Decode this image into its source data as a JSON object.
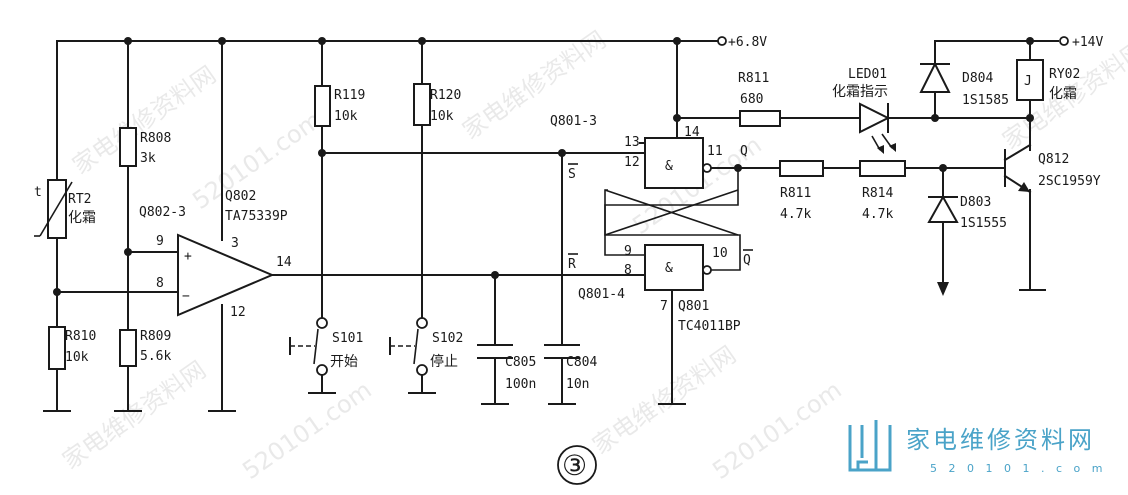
{
  "supply": {
    "v68": "+6.8V",
    "v14": "+14V"
  },
  "components": {
    "rt2": {
      "ref": "RT2",
      "desc": "化霜",
      "t": "t"
    },
    "r808": {
      "ref": "R808",
      "value": "3k"
    },
    "r810": {
      "ref": "R810",
      "value": "10k"
    },
    "r809": {
      "ref": "R809",
      "value": "5.6k"
    },
    "q802": {
      "ref": "Q802",
      "part": "TA75339P",
      "unit": "Q802-3",
      "pin_in_plus": "9",
      "pin_in_minus": "8",
      "pin_vcc": "3",
      "pin_gnd": "12",
      "pin_out": "14",
      "plus": "+",
      "minus": "−"
    },
    "r119": {
      "ref": "R119",
      "value": "10k"
    },
    "r120": {
      "ref": "R120",
      "value": "10k"
    },
    "s101": {
      "ref": "S101",
      "desc": "开始"
    },
    "s102": {
      "ref": "S102",
      "desc": "停止"
    },
    "c805": {
      "ref": "C805",
      "value": "100n"
    },
    "c804": {
      "ref": "C804",
      "value": "10n"
    },
    "q801": {
      "ref": "Q801",
      "part": "TC4011BP",
      "unit_a": "Q801-3",
      "unit_b": "Q801-4",
      "amp": "&",
      "pin13": "13",
      "pin12": "12",
      "pin11": "11",
      "pin14": "14",
      "pin9": "9",
      "pin8": "8",
      "pin10": "10",
      "pin7": "7",
      "s_bar": "S",
      "r_bar": "R",
      "q": "Q",
      "q_bar": "Q"
    },
    "r811_top": {
      "ref": "R811",
      "value": "680"
    },
    "led01": {
      "ref": "LED01",
      "desc": "化霜指示"
    },
    "d804": {
      "ref": "D804",
      "part": "1S1585"
    },
    "ry02": {
      "ref": "RY02",
      "desc": "化霜",
      "coil": "J"
    },
    "r811_mid": {
      "ref": "R811",
      "value": "4.7k"
    },
    "r814": {
      "ref": "R814",
      "value": "4.7k"
    },
    "d803": {
      "ref": "D803",
      "part": "1S1555"
    },
    "q812": {
      "ref": "Q812",
      "part": "2SC1959Y"
    }
  },
  "figure_number": "③",
  "watermark": {
    "text_cn": "家电维修资料网",
    "text_url": "520101.com",
    "logo_main": "家电维修资料网",
    "logo_sub": "5 2 0 1 0 1 . c o m"
  }
}
